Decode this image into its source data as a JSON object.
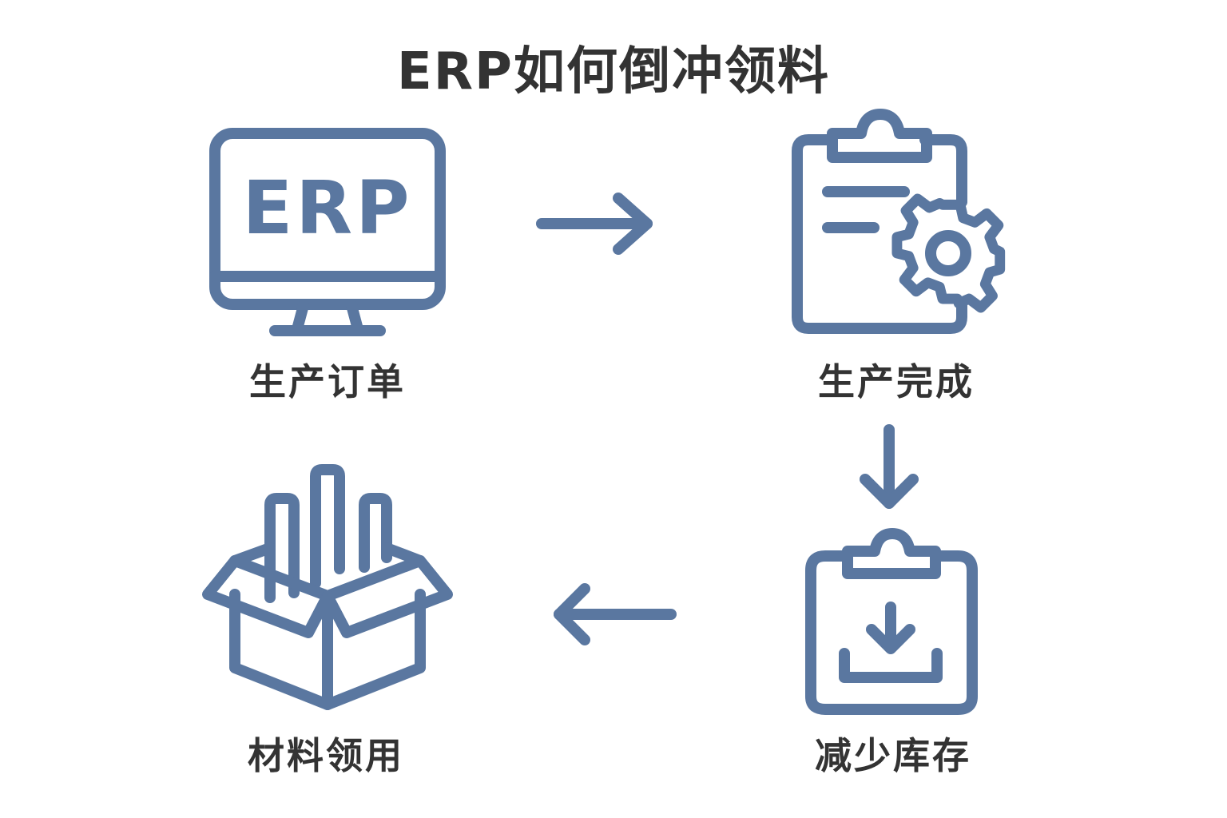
{
  "title": "ERP如何倒冲领料",
  "colors": {
    "icon": "#5a77a0",
    "text": "#333333",
    "background": "#ffffff"
  },
  "steps": [
    {
      "id": "production-order",
      "label": "生产订单",
      "icon": "computer-monitor-erp-icon",
      "icon_text": "ERP"
    },
    {
      "id": "production-complete",
      "label": "生产完成",
      "icon": "clipboard-gear-icon"
    },
    {
      "id": "reduce-inventory",
      "label": "减少库存",
      "icon": "clipboard-download-icon"
    },
    {
      "id": "material-issue",
      "label": "材料领用",
      "icon": "open-box-icon"
    }
  ],
  "arrows": [
    {
      "from": "production-order",
      "to": "production-complete",
      "direction": "right"
    },
    {
      "from": "production-complete",
      "to": "reduce-inventory",
      "direction": "down"
    },
    {
      "from": "reduce-inventory",
      "to": "material-issue",
      "direction": "left"
    }
  ]
}
